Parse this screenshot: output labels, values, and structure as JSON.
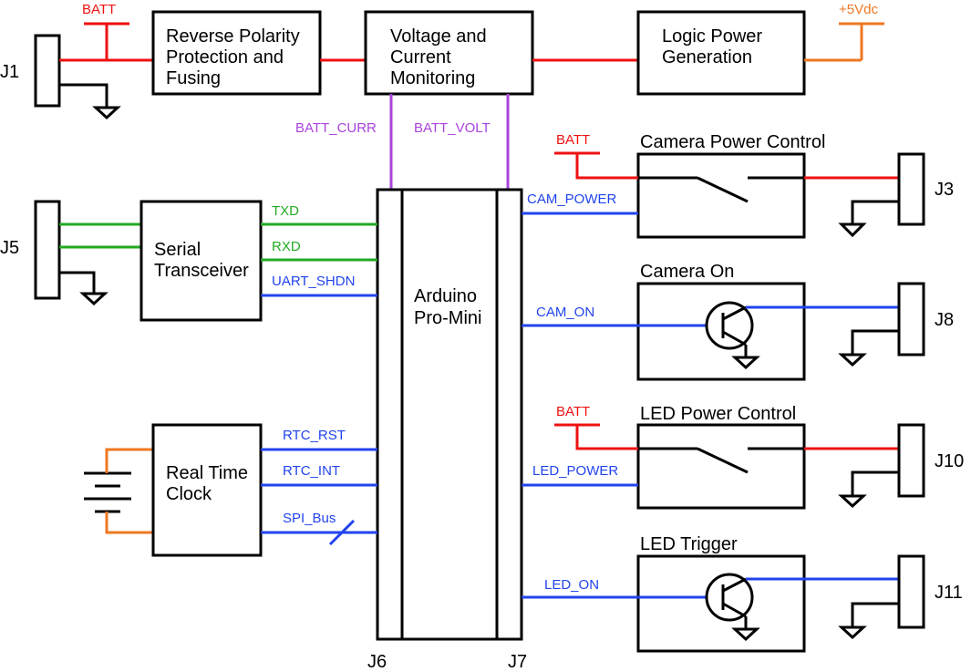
{
  "colors": {
    "power": "#ee1111",
    "uart": "#22aa22",
    "control": "#2244ee",
    "analog": "#aa44dd",
    "logic_rail": "#ee7722",
    "outline": "#000000"
  },
  "blocks": {
    "reverse_polarity": [
      "Reverse Polarity",
      "Protection and",
      "Fusing"
    ],
    "monitoring": [
      "Voltage and",
      "Current",
      "Monitoring"
    ],
    "logic_power": [
      "Logic Power",
      "Generation"
    ],
    "serial": [
      "Serial",
      "Transceiver"
    ],
    "arduino": [
      "Arduino",
      "Pro-Mini"
    ],
    "rtc": [
      "Real Time",
      "Clock"
    ]
  },
  "sections": {
    "camera_power": "Camera Power Control",
    "camera_on": "Camera On",
    "led_power": "LED Power Control",
    "led_trigger": "LED Trigger"
  },
  "connectors": {
    "j1": "J1",
    "j3": "J3",
    "j5": "J5",
    "j6": "J6",
    "j7": "J7",
    "j8": "J8",
    "j10": "J10",
    "j11": "J11"
  },
  "signals": {
    "batt": "BATT",
    "v5": "+5Vdc",
    "batt_curr": "BATT_CURR",
    "batt_volt": "BATT_VOLT",
    "txd": "TXD",
    "rxd": "RXD",
    "uart_shdn": "UART_SHDN",
    "rtc_rst": "RTC_RST",
    "rtc_int": "RTC_INT",
    "spi_bus": "SPI_Bus",
    "cam_power": "CAM_POWER",
    "cam_on": "CAM_ON",
    "led_power": "LED_POWER",
    "led_on": "LED_ON"
  }
}
